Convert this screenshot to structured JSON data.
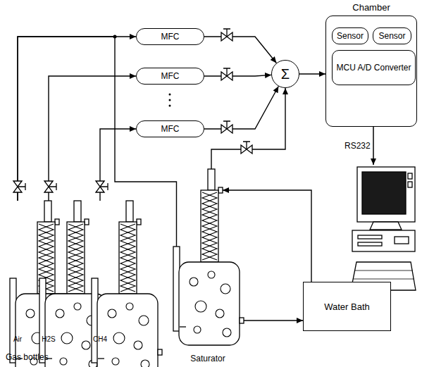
{
  "diagram": {
    "nodes": [
      {
        "text": [
          "MFC"
        ]
      },
      {
        "text": [
          "MFC"
        ]
      },
      {
        "text": [
          "MFC"
        ]
      },
      {
        "text": [
          "Σ"
        ]
      },
      {
        "text": [
          "Chamber"
        ]
      },
      {
        "text": [
          "Sensor"
        ],
        "in": 4
      },
      {
        "text": [
          "Sensor"
        ],
        "in": 4
      },
      {
        "text": [
          "MCU A/D Converter"
        ],
        "in": 4
      },
      {
        "text": [
          "Air"
        ]
      },
      {
        "text": [
          "H2S"
        ]
      },
      {
        "text": [
          "CH4"
        ]
      },
      {
        "text": [
          "Saturator"
        ]
      },
      {
        "text": [
          "Water Bath"
        ]
      }
    ],
    "edges": [
      {
        "from": 8,
        "to": 0,
        "arrow": "to"
      },
      {
        "from": 9,
        "to": 1,
        "arrow": "to"
      },
      {
        "from": 10,
        "to": 2,
        "arrow": "to"
      },
      {
        "from": 0,
        "to": 3,
        "arrow": "to"
      },
      {
        "from": 1,
        "to": 3,
        "arrow": "to"
      },
      {
        "from": 2,
        "to": 3,
        "arrow": "to"
      },
      {
        "from": 8,
        "to": 11,
        "arrow": "none"
      },
      {
        "from": 11,
        "to": 3,
        "arrow": "to"
      },
      {
        "from": 3,
        "to": 4,
        "arrow": "to"
      },
      {
        "from": 12,
        "to": 11,
        "arrow": "to"
      },
      {
        "from": 11,
        "to": 12,
        "arrow": "to"
      }
    ],
    "labels": [
      "RS232",
      "Gas bottles"
    ]
  }
}
